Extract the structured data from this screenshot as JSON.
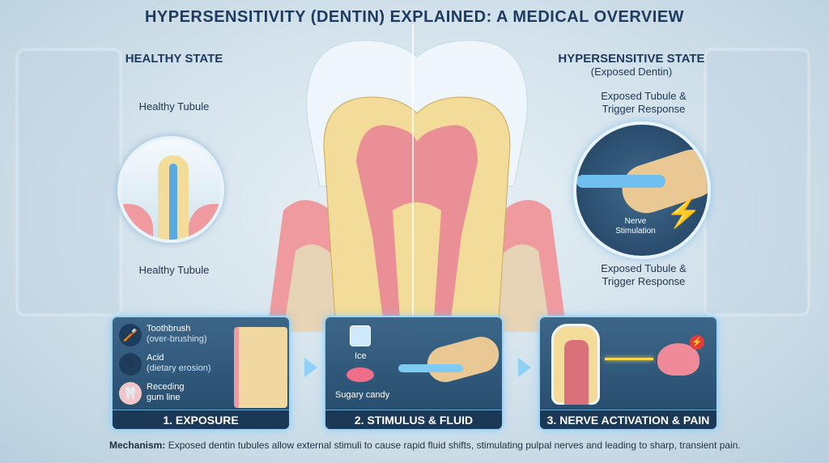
{
  "title": "HYPERSENSITIVITY (DENTIN) EXPLAINED: A MEDICAL OVERVIEW",
  "healthy": {
    "heading": "HEALTHY STATE",
    "label_top": "Healthy Tubule",
    "label_bottom": "Healthy Tubule"
  },
  "hyper": {
    "heading": "HYPERSENSITIVE STATE",
    "subheading": "(Exposed Dentin)",
    "label_top": "Exposed Tubule & Trigger Response",
    "label_bottom": "Exposed Tubule & Trigger Response",
    "nerve": "Nerve Stimulation"
  },
  "panels": [
    {
      "title": "1. EXPOSURE",
      "items": [
        {
          "icon": "toothbrush-icon",
          "name": "Toothbrush",
          "detail": "(over-brushing)"
        },
        {
          "icon": "flask-icon",
          "name": "Acid",
          "detail": "(dietary erosion)"
        },
        {
          "icon": "tooth-gum-icon",
          "name": "Receding",
          "detail": "gum line"
        }
      ]
    },
    {
      "title": "2. STIMULUS & FLUID MOVEMENT",
      "items": [
        {
          "icon": "ice-cube-icon",
          "name": "Ice"
        },
        {
          "icon": "candy-icon",
          "name": "Sugary candy"
        }
      ]
    },
    {
      "title": "3. NERVE ACTIVATION & PAIN"
    }
  ],
  "mechanism": {
    "label": "Mechanism:",
    "text": " Exposed dentin tubules allow external stimuli to cause rapid fluid shifts, stimulating pulpal nerves and leading to sharp, transient pain."
  },
  "colors": {
    "title": "#1d3a5f",
    "panel": "#2f5879",
    "dentin": "#f3dc9a",
    "pulp": "#e98f95",
    "gum": "#ee9a9e",
    "enamel": "#eef6fb"
  }
}
